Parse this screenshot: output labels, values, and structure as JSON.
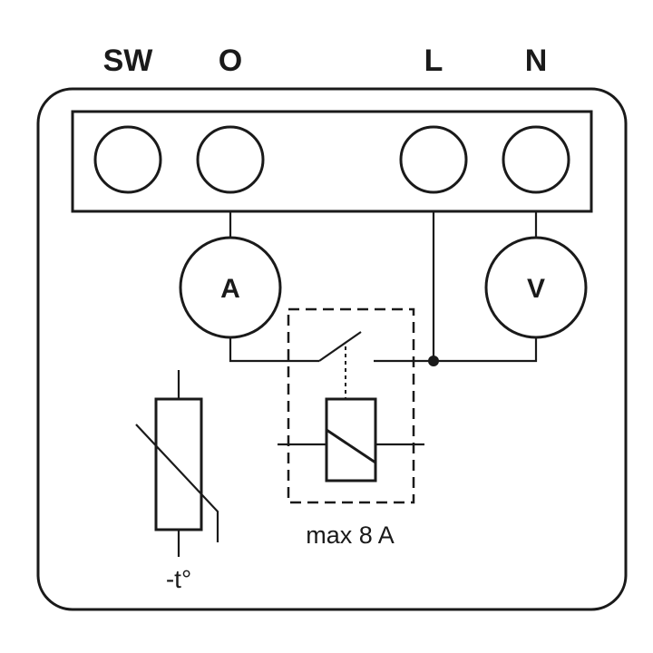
{
  "terminals": [
    {
      "label": "SW",
      "icon": "terminal-screw-icon"
    },
    {
      "label": "O",
      "icon": "terminal-screw-icon"
    },
    {
      "label": "L",
      "icon": "terminal-screw-icon"
    },
    {
      "label": "N",
      "icon": "terminal-screw-icon"
    }
  ],
  "meters": {
    "ammeter": {
      "symbol": "A"
    },
    "voltmeter": {
      "symbol": "V"
    }
  },
  "relay": {
    "rating": "max 8 A"
  },
  "thermistor": {
    "label": "-t°"
  },
  "colors": {
    "line": "#1a1a1a",
    "background": "#ffffff"
  }
}
